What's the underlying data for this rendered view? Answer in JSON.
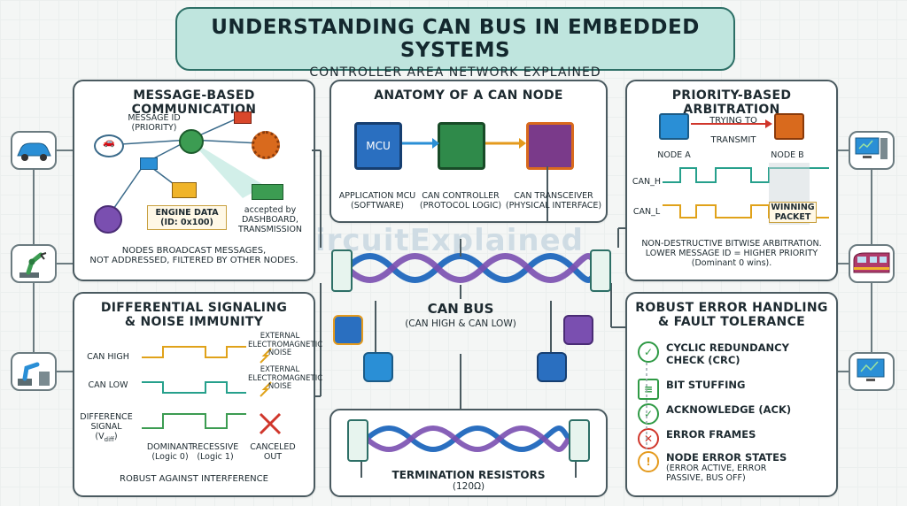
{
  "header": {
    "title": "UNDERSTANDING CAN BUS IN EMBEDDED SYSTEMS",
    "subtitle": "CONTROLLER AREA NETWORK EXPLAINED"
  },
  "message_panel": {
    "title": "MESSAGE-BASED COMMUNICATION",
    "message_id": "MESSAGE ID\n(PRIORITY)",
    "engine_data": "ENGINE DATA\n(ID: 0x100)",
    "accepted": "accepted by\nDASHBOARD,\nTRANSMISSION",
    "footer": "NODES BROADCAST MESSAGES,\nNOT ADDRESSED, FILTERED BY OTHER NODES."
  },
  "anatomy_panel": {
    "title": "ANATOMY OF A CAN NODE",
    "mcu_chip": "MCU",
    "mcu": "APPLICATION MCU\n(SOFTWARE)",
    "controller": "CAN CONTROLLER\n(PROTOCOL LOGIC)",
    "transceiver": "CAN TRANSCEIVER\n(PHYSICAL INTERFACE)"
  },
  "arbitration_panel": {
    "title": "PRIORITY-BASED ARBITRATION",
    "trying": "TRYING TO\nTRANSMIT",
    "node_a": "NODE A",
    "node_b": "NODE B",
    "can_h": "CAN_H",
    "can_l": "CAN_L",
    "winning": "WINNING\nPACKET",
    "footer": "NON-DESTRUCTIVE BITWISE ARBITRATION.\nLOWER MESSAGE ID = HIGHER PRIORITY\n(Dominant 0 wins)."
  },
  "bus": {
    "label": "CAN BUS",
    "sublabel": "(CAN HIGH & CAN LOW)"
  },
  "watermark": "CircuitExplained",
  "differential_panel": {
    "title": "DIFFERENTIAL SIGNALING\n& NOISE IMMUNITY",
    "can_high": "CAN HIGH",
    "can_low": "CAN LOW",
    "difference": "DIFFERENCE\nSIGNAL\n(V",
    "difference_sub": "diff",
    "noise1": "EXTERNAL\nELECTROMAGNETIC\nNOISE",
    "noise2": "EXTERNAL\nELECTROMAGNETIC\nNOISE",
    "dominant": "DOMINANT\n(Logic 0)",
    "recessive": "RECESSIVE\n(Logic 1)",
    "canceled": "CANCELED\nOUT",
    "footer": "ROBUST AGAINST INTERFERENCE"
  },
  "termination": {
    "label": "TERMINATION RESISTORS",
    "value": "(120Ω)"
  },
  "error_panel": {
    "title": "ROBUST ERROR HANDLING\n& FAULT TOLERANCE",
    "items": [
      {
        "label": "CYCLIC REDUNDANCY\nCHECK (CRC)",
        "sub": "",
        "icon": "check-icon"
      },
      {
        "label": "BIT STUFFING",
        "sub": "",
        "icon": "checklist-icon"
      },
      {
        "label": "ACKNOWLEDGE (ACK)",
        "sub": "",
        "icon": "check-icon"
      },
      {
        "label": "ERROR FRAMES",
        "sub": "",
        "icon": "cross-icon"
      },
      {
        "label": "NODE ERROR STATES",
        "sub": "(ERROR ACTIVE, ERROR\nPASSIVE, BUS OFF)",
        "icon": "warning-icon"
      }
    ]
  },
  "colors": {
    "accent": "#2d6f66",
    "title_bg": "#bfe5de",
    "can_high": "#e0a21a",
    "can_low": "#26a08c",
    "purple": "#7a4fb0",
    "error_red": "#d0362b",
    "ok_green": "#2f9a45",
    "warn_orange": "#e49a1d"
  }
}
